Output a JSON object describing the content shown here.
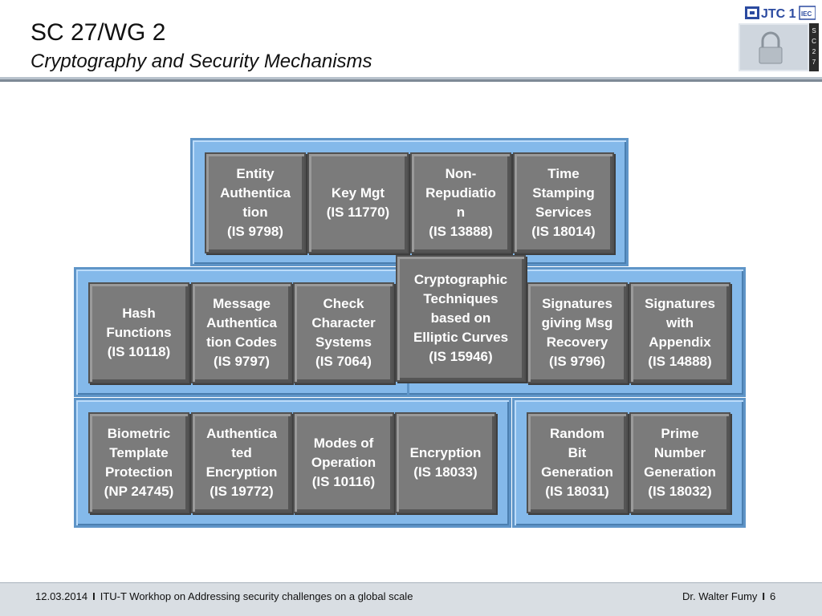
{
  "header": {
    "title": "SC 27/WG 2",
    "subtitle": "Cryptography and Security Mechanisms",
    "logo_text": "JTC 1",
    "logo_iec": "IEC",
    "sc27_label": "SC27"
  },
  "standards": {
    "entity_authentication": "Entity\nAuthentica\ntion\n(IS 9798)",
    "key_mgt": "Key Mgt\n(IS 11770)",
    "non_repudiation": "Non-\nRepudiatio\nn\n(IS 13888)",
    "time_stamping": "Time\nStamping\nServices\n(IS 18014)",
    "hash_functions": "Hash\nFunctions\n(IS 10118)",
    "message_authentication_codes": "Message\nAuthentica\ntion Codes\n(IS 9797)",
    "check_character_systems": "Check\nCharacter\nSystems\n(IS 7064)",
    "elliptic_curves": "Cryptographic\nTechniques\nbased on\nElliptic Curves\n(IS 15946)",
    "signatures_msg_recovery": "Signatures\ngiving Msg\nRecovery\n(IS 9796)",
    "signatures_appendix": "Signatures\nwith\nAppendix\n(IS 14888)",
    "biometric_template_protection": "Biometric\nTemplate\nProtection\n(NP 24745)",
    "authenticated_encryption": "Authentica\nted\nEncryption\n(IS 19772)",
    "modes_of_operation": "Modes of\nOperation\n(IS 10116)",
    "encryption": "Encryption\n(IS 18033)",
    "random_bit_generation": "Random\nBit\nGeneration\n(IS 18031)",
    "prime_number_generation": "Prime\nNumber\nGeneration\n(IS 18032)"
  },
  "footer": {
    "date": "12.03.2014",
    "separator": "I",
    "event": "ITU-T Workhop on Addressing security challenges on a global scale",
    "author": "Dr. Walter Fumy",
    "page_number": "6"
  },
  "colors": {
    "panel_blue": "#84b9ea",
    "box_grey": "#7b7b7b",
    "footer_bg": "#d9dee3"
  }
}
